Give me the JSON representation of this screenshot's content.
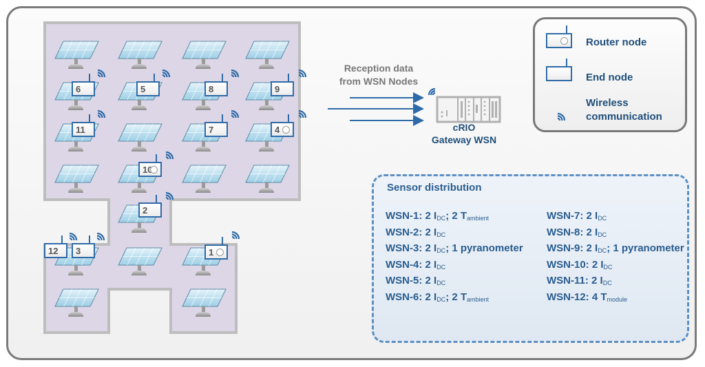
{
  "legend": {
    "router_node": "Router node",
    "end_node": "End node",
    "wireless_line1": "Wireless",
    "wireless_line2": "communication"
  },
  "reception": {
    "line1": "Reception data",
    "line2": "from WSN Nodes"
  },
  "gateway": {
    "line1": "cRIO",
    "line2": "Gateway WSN"
  },
  "nodes": [
    {
      "id": "6",
      "type": "end"
    },
    {
      "id": "5",
      "type": "end"
    },
    {
      "id": "8",
      "type": "end"
    },
    {
      "id": "9",
      "type": "end"
    },
    {
      "id": "11",
      "type": "end"
    },
    {
      "id": "7",
      "type": "end"
    },
    {
      "id": "4",
      "type": "router"
    },
    {
      "id": "10",
      "type": "router"
    },
    {
      "id": "2",
      "type": "end"
    },
    {
      "id": "12",
      "type": "end"
    },
    {
      "id": "3",
      "type": "end"
    },
    {
      "id": "1",
      "type": "router"
    }
  ],
  "sensor_distribution": {
    "title": "Sensor distribution",
    "rows": [
      {
        "name": "WSN-1:",
        "a": "2 I",
        "a_sub": "DC",
        "b": "; 2 T",
        "b_sub": "ambient",
        "c": ""
      },
      {
        "name": "WSN-2:",
        "a": "2 I",
        "a_sub": "DC",
        "b": "",
        "b_sub": "",
        "c": ""
      },
      {
        "name": "WSN-3:",
        "a": "2 I",
        "a_sub": "DC",
        "b": "; 1 pyranometer",
        "b_sub": "",
        "c": ""
      },
      {
        "name": "WSN-4:",
        "a": "2 I",
        "a_sub": "DC",
        "b": "",
        "b_sub": "",
        "c": ""
      },
      {
        "name": "WSN-5:",
        "a": "2 I",
        "a_sub": "DC",
        "b": "",
        "b_sub": "",
        "c": ""
      },
      {
        "name": "WSN-6:",
        "a": "2 I",
        "a_sub": "DC",
        "b": "; 2 T",
        "b_sub": "ambient",
        "c": ""
      },
      {
        "name": "WSN-7:",
        "a": "2 I",
        "a_sub": "DC",
        "b": "",
        "b_sub": "",
        "c": ""
      },
      {
        "name": "WSN-8:",
        "a": "2 I",
        "a_sub": "DC",
        "b": "",
        "b_sub": "",
        "c": ""
      },
      {
        "name": "WSN-9:",
        "a": "2 I",
        "a_sub": "DC",
        "b": "; 1 pyranometer",
        "b_sub": "",
        "c": ""
      },
      {
        "name": "WSN-10:",
        "a": "2 I",
        "a_sub": "DC",
        "b": "",
        "b_sub": "",
        "c": ""
      },
      {
        "name": "WSN-11:",
        "a": "2 I",
        "a_sub": "DC",
        "b": "",
        "b_sub": "",
        "c": ""
      },
      {
        "name": "WSN-12:",
        "a": "4 T",
        "a_sub": "module",
        "b": "",
        "b_sub": "",
        "c": ""
      }
    ]
  },
  "colors": {
    "accent": "#2e6aa8",
    "text_dark": "#1f4e79",
    "field_fill": "#dcd6e6",
    "field_border": "#bdbdbd"
  }
}
